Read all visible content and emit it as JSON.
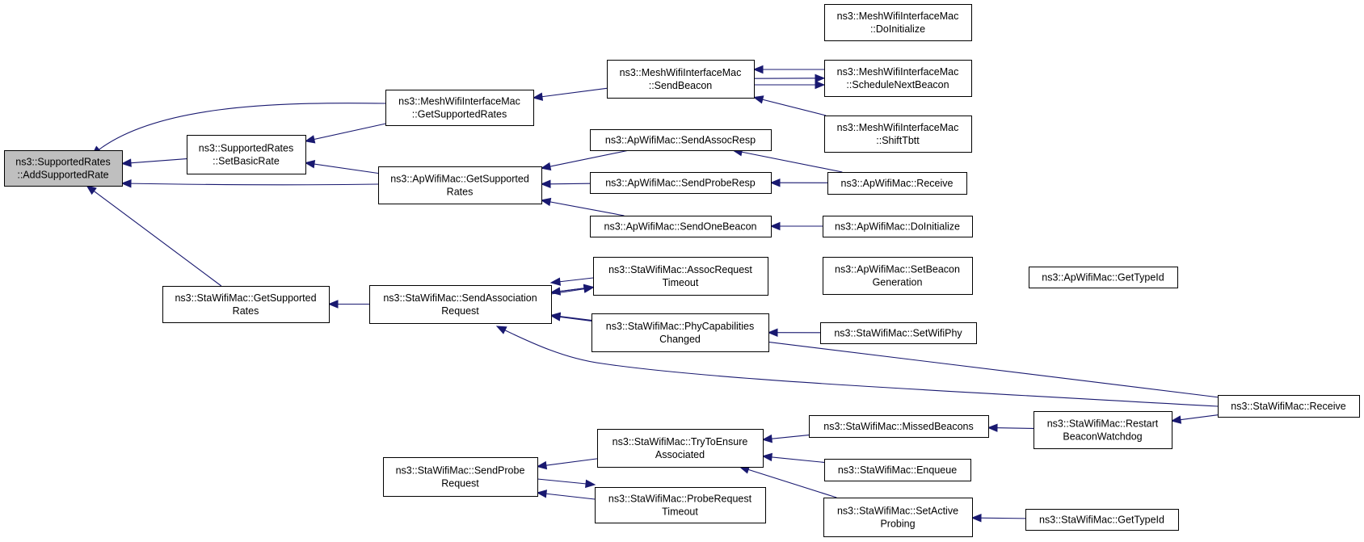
{
  "graph": {
    "edge_color": "#191970",
    "root_fill": "#bfbfbf",
    "nodes": [
      {
        "id": "n0",
        "lines": [
          "ns3::SupportedRates",
          "::AddSupportedRate"
        ],
        "root": true
      },
      {
        "id": "n1",
        "lines": [
          "ns3::SupportedRates",
          "::SetBasicRate"
        ]
      },
      {
        "id": "n2",
        "lines": [
          "ns3::MeshWifiInterfaceMac",
          "::GetSupportedRates"
        ]
      },
      {
        "id": "n3",
        "lines": [
          "ns3::ApWifiMac::GetSupported",
          "Rates"
        ]
      },
      {
        "id": "n4",
        "lines": [
          "ns3::StaWifiMac::GetSupported",
          "Rates"
        ]
      },
      {
        "id": "n5",
        "lines": [
          "ns3::MeshWifiInterfaceMac",
          "::SendBeacon"
        ]
      },
      {
        "id": "n6",
        "lines": [
          "ns3::MeshWifiInterfaceMac",
          "::DoInitialize"
        ]
      },
      {
        "id": "n7",
        "lines": [
          "ns3::MeshWifiInterfaceMac",
          "::ScheduleNextBeacon"
        ]
      },
      {
        "id": "n8",
        "lines": [
          "ns3::MeshWifiInterfaceMac",
          "::ShiftTbtt"
        ]
      },
      {
        "id": "n9",
        "lines": [
          "ns3::ApWifiMac::SendAssocResp"
        ]
      },
      {
        "id": "n10",
        "lines": [
          "ns3::ApWifiMac::SendProbeResp"
        ]
      },
      {
        "id": "n11",
        "lines": [
          "ns3::ApWifiMac::SendOneBeacon"
        ]
      },
      {
        "id": "n12",
        "lines": [
          "ns3::ApWifiMac::Receive"
        ]
      },
      {
        "id": "n13",
        "lines": [
          "ns3::ApWifiMac::DoInitialize"
        ]
      },
      {
        "id": "n14",
        "lines": [
          "ns3::ApWifiMac::SetBeacon",
          "Generation"
        ]
      },
      {
        "id": "n15",
        "lines": [
          "ns3::ApWifiMac::GetTypeId"
        ]
      },
      {
        "id": "n16",
        "lines": [
          "ns3::StaWifiMac::SendAssociation",
          "Request"
        ]
      },
      {
        "id": "n17",
        "lines": [
          "ns3::StaWifiMac::AssocRequest",
          "Timeout"
        ]
      },
      {
        "id": "n18",
        "lines": [
          "ns3::StaWifiMac::PhyCapabilities",
          "Changed"
        ]
      },
      {
        "id": "n19",
        "lines": [
          "ns3::StaWifiMac::SetWifiPhy"
        ]
      },
      {
        "id": "n20",
        "lines": [
          "ns3::StaWifiMac::Receive"
        ]
      },
      {
        "id": "n21",
        "lines": [
          "ns3::StaWifiMac::SendProbe",
          "Request"
        ]
      },
      {
        "id": "n22",
        "lines": [
          "ns3::StaWifiMac::TryToEnsure",
          "Associated"
        ]
      },
      {
        "id": "n23",
        "lines": [
          "ns3::StaWifiMac::ProbeRequest",
          "Timeout"
        ]
      },
      {
        "id": "n24",
        "lines": [
          "ns3::StaWifiMac::MissedBeacons"
        ]
      },
      {
        "id": "n25",
        "lines": [
          "ns3::StaWifiMac::Restart",
          "BeaconWatchdog"
        ]
      },
      {
        "id": "n26",
        "lines": [
          "ns3::StaWifiMac::Enqueue"
        ]
      },
      {
        "id": "n27",
        "lines": [
          "ns3::StaWifiMac::SetActive",
          "Probing"
        ]
      },
      {
        "id": "n28",
        "lines": [
          "ns3::StaWifiMac::GetTypeId"
        ]
      }
    ],
    "edges": [
      {
        "from": "n1",
        "to": "n0"
      },
      {
        "from": "n2",
        "to": "n0"
      },
      {
        "from": "n3",
        "to": "n0"
      },
      {
        "from": "n4",
        "to": "n0"
      },
      {
        "from": "n2",
        "to": "n1"
      },
      {
        "from": "n3",
        "to": "n1"
      },
      {
        "from": "n5",
        "to": "n2"
      },
      {
        "from": "n6",
        "to": "n5"
      },
      {
        "from": "n7",
        "to": "n5"
      },
      {
        "from": "n5",
        "to": "n7"
      },
      {
        "from": "n8",
        "to": "n5"
      },
      {
        "from": "n9",
        "to": "n3"
      },
      {
        "from": "n10",
        "to": "n3"
      },
      {
        "from": "n11",
        "to": "n3"
      },
      {
        "from": "n12",
        "to": "n9"
      },
      {
        "from": "n12",
        "to": "n10"
      },
      {
        "from": "n13",
        "to": "n11"
      },
      {
        "from": "n14",
        "to": "n11"
      },
      {
        "from": "n15",
        "to": "n14"
      },
      {
        "from": "n16",
        "to": "n4"
      },
      {
        "from": "n21",
        "to": "n4"
      },
      {
        "from": "n17",
        "to": "n16"
      },
      {
        "from": "n16",
        "to": "n17"
      },
      {
        "from": "n18",
        "to": "n16"
      },
      {
        "from": "n19",
        "to": "n18"
      },
      {
        "from": "n20",
        "to": "n16"
      },
      {
        "from": "n22",
        "to": "n21"
      },
      {
        "from": "n23",
        "to": "n21"
      },
      {
        "from": "n21",
        "to": "n23"
      },
      {
        "from": "n24",
        "to": "n22"
      },
      {
        "from": "n26",
        "to": "n22"
      },
      {
        "from": "n27",
        "to": "n22"
      },
      {
        "from": "n25",
        "to": "n24"
      },
      {
        "from": "n20",
        "to": "n25"
      },
      {
        "from": "n28",
        "to": "n27"
      }
    ]
  }
}
